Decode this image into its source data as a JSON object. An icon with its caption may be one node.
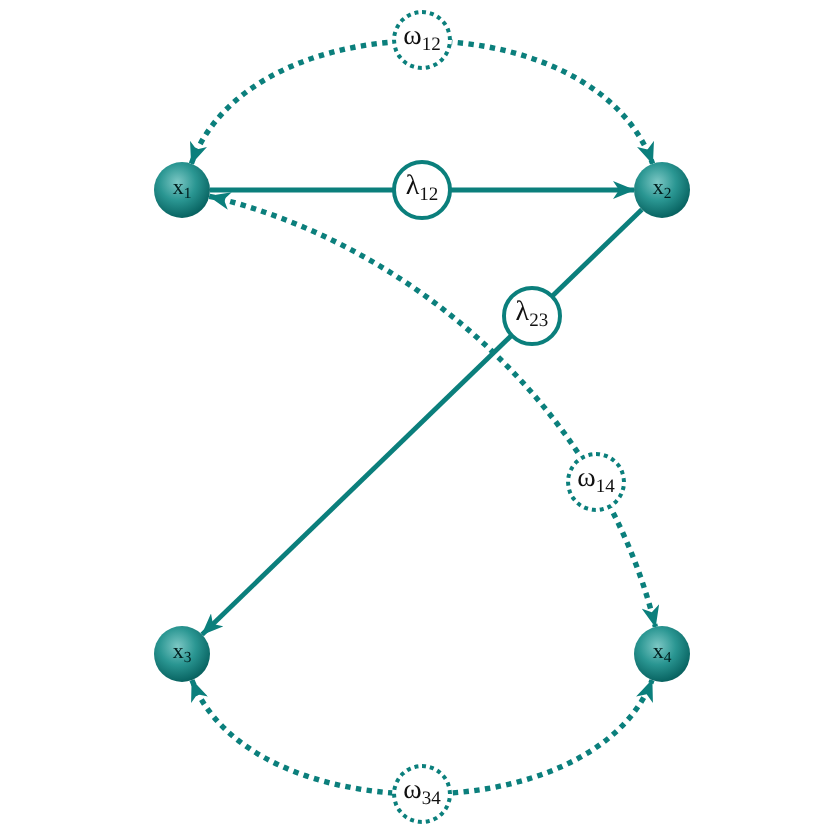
{
  "diagram": {
    "nodes": [
      {
        "text": [
          "x$_{1}$"
        ]
      },
      {
        "text": [
          "x$_{2}$"
        ]
      },
      {
        "text": [
          "x$_{3}$"
        ]
      },
      {
        "text": [
          "x$_{4}$"
        ]
      }
    ],
    "edges": [
      {
        "from": 0,
        "to": 1,
        "arrow": "both",
        "label": "ω$_{12}$",
        "style": "dashed"
      },
      {
        "from": 0,
        "to": 1,
        "arrow": "to",
        "label": "λ$_{12}$"
      },
      {
        "from": 1,
        "to": 2,
        "arrow": "to",
        "label": "λ$_{23}$"
      },
      {
        "from": 0,
        "to": 3,
        "arrow": "both",
        "label": "ω$_{14}$",
        "style": "dashed"
      },
      {
        "from": 2,
        "to": 3,
        "arrow": "both",
        "label": "ω$_{34}$",
        "style": "dashed"
      }
    ]
  }
}
